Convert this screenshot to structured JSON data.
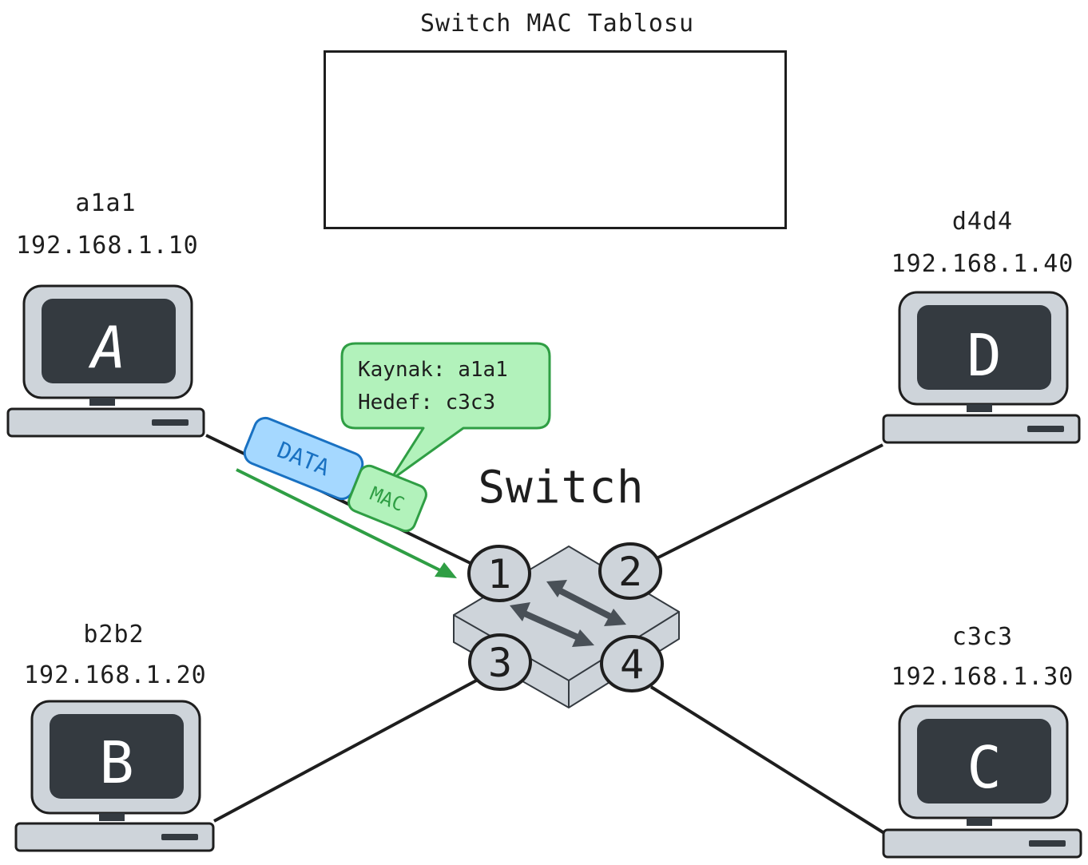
{
  "mac_table": {
    "title": "Switch MAC Tablosu"
  },
  "switch": {
    "label": "Switch",
    "ports": [
      "1",
      "2",
      "3",
      "4"
    ]
  },
  "hosts": {
    "a": {
      "letter": "A",
      "mac": "a1a1",
      "ip": "192.168.1.10"
    },
    "b": {
      "letter": "B",
      "mac": "b2b2",
      "ip": "192.168.1.20"
    },
    "c": {
      "letter": "C",
      "mac": "c3c3",
      "ip": "192.168.1.30"
    },
    "d": {
      "letter": "D",
      "mac": "d4d4",
      "ip": "192.168.1.40"
    }
  },
  "frame": {
    "data_label": "DATA",
    "mac_label": "MAC",
    "callout_line1": "Kaynak: a1a1",
    "callout_line2": "Hedef: c3c3"
  },
  "colors": {
    "stroke": "#1e1e1e",
    "computer_body": "#ced4da",
    "screen": "#343a40",
    "data_fill": "#a5d8ff",
    "data_stroke": "#1971c2",
    "mac_fill": "#b2f2bb",
    "mac_stroke": "#2f9e44",
    "arrow": "#2f9e44"
  }
}
